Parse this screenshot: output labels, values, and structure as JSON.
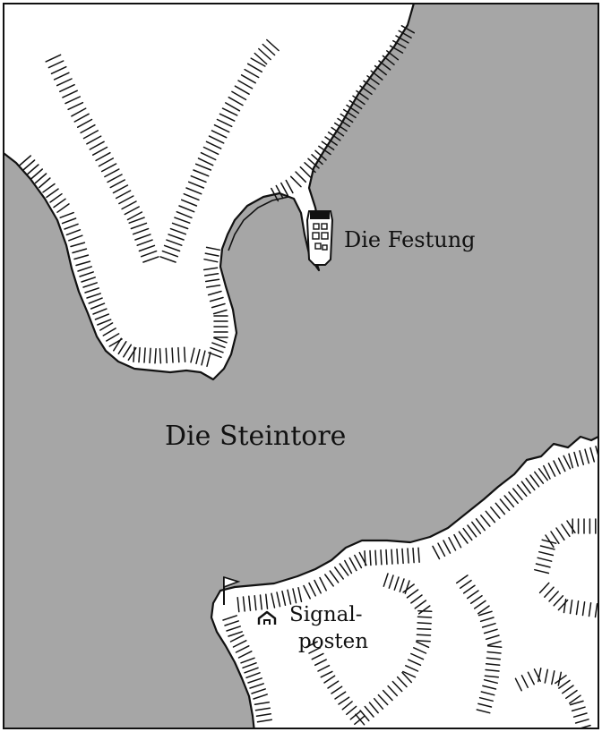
{
  "map": {
    "colors": {
      "sea": "#a6a6a6",
      "land": "#ffffff",
      "ink": "#111111"
    },
    "labels": {
      "fortress": "Die Festung",
      "strait": "Die Steintore",
      "signal_line1": "Signal-",
      "signal_line2": "posten"
    },
    "icons": {
      "fortress": "fortress-icon",
      "signal_post": "signal-post-icon",
      "flag": "flag-icon"
    }
  }
}
